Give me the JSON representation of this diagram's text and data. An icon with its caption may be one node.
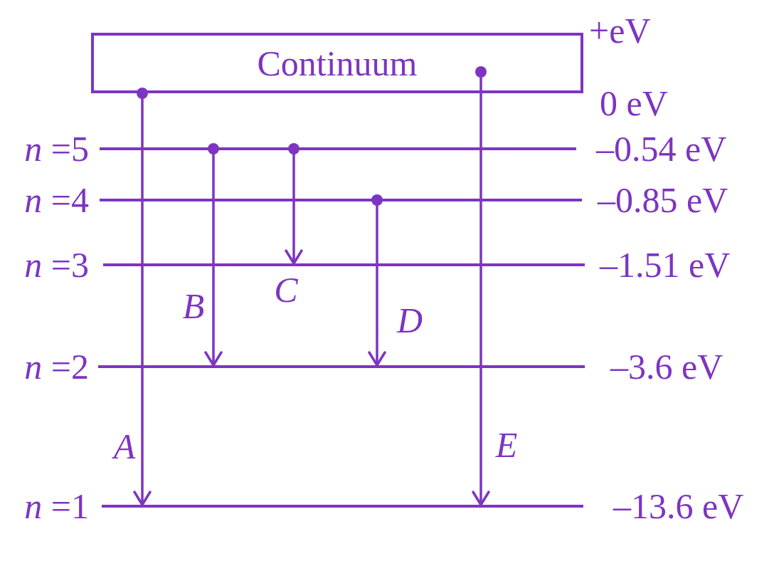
{
  "diagram": {
    "nodes": [
      {
        "text": [
          "Continuum"
        ],
        "beside": [
          "+eV",
          "0 eV"
        ]
      },
      {
        "text": [
          "*n* =5"
        ],
        "beside": [
          "–0.54 eV"
        ]
      },
      {
        "text": [
          "*n* =4"
        ],
        "beside": [
          "–0.85 eV"
        ]
      },
      {
        "text": [
          "*n* =3"
        ],
        "beside": [
          "–1.51 eV"
        ]
      },
      {
        "text": [
          "*n* =2"
        ],
        "beside": [
          "–3.6 eV"
        ]
      },
      {
        "text": [
          "*n* =1"
        ],
        "beside": [
          "–13.6 eV"
        ]
      }
    ],
    "edges": [
      {
        "from": 0,
        "to": 5,
        "arrow": "to",
        "label": "A"
      },
      {
        "from": 1,
        "to": 4,
        "arrow": "to",
        "label": "B"
      },
      {
        "from": 1,
        "to": 3,
        "arrow": "to",
        "label": "C"
      },
      {
        "from": 2,
        "to": 4,
        "arrow": "to",
        "label": "D"
      },
      {
        "from": 0,
        "to": 5,
        "arrow": "to",
        "label": "E"
      }
    ]
  }
}
